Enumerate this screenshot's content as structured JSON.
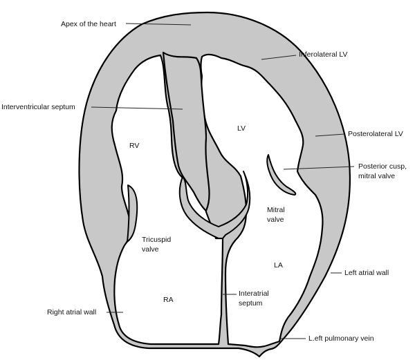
{
  "labels": {
    "apex": "Apex of the heart",
    "inferolateral": "Inferolateral LV",
    "septum": "Interventricular septum",
    "posterolateral": "Posterolateral LV",
    "posterior_cusp_line1": "Posterior cusp,",
    "posterior_cusp_line2": "mitral valve",
    "left_atrial_wall": "Left atrial wall",
    "right_atrial_wall": "Right atrial wall",
    "pulmonary_vein": "L.eft pulmonary vein",
    "interatrial_line1": "Interatrial",
    "interatrial_line2": "septum"
  },
  "chambers": {
    "rv": "RV",
    "lv": "LV",
    "ra": "RA",
    "la": "LA",
    "tricuspid_line1": "Tricuspid",
    "tricuspid_line2": "valve",
    "mitral_line1": "Mitral",
    "mitral_line2": "valve"
  },
  "colors": {
    "tissue": "#c8c8c8",
    "outline": "#000000"
  }
}
